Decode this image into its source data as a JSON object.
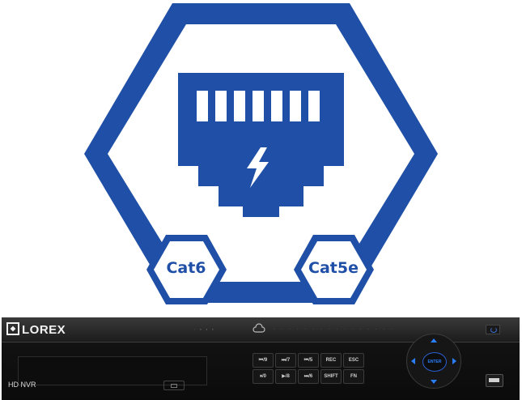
{
  "colors": {
    "brand_blue": "#1f4fa6",
    "device_black": "#111111",
    "accent_blue": "#2a7fff"
  },
  "logo": {
    "icon": "ethernet-port-icon",
    "badge_left": "Cat6",
    "badge_right": "Cat5e"
  },
  "device": {
    "brand": "LOREX",
    "model": "HD NVR",
    "buttons": [
      {
        "label": "⏮/9"
      },
      {
        "label": "⏭/7"
      },
      {
        "label": "⏮/5"
      },
      {
        "label": "REC"
      },
      {
        "label": "ESC"
      },
      {
        "label": "⏸/0"
      },
      {
        "label": "▶/8"
      },
      {
        "label": "⏭/6"
      },
      {
        "label": "SHIFT"
      },
      {
        "label": "FN"
      }
    ],
    "dpad_center": "ENTER"
  }
}
